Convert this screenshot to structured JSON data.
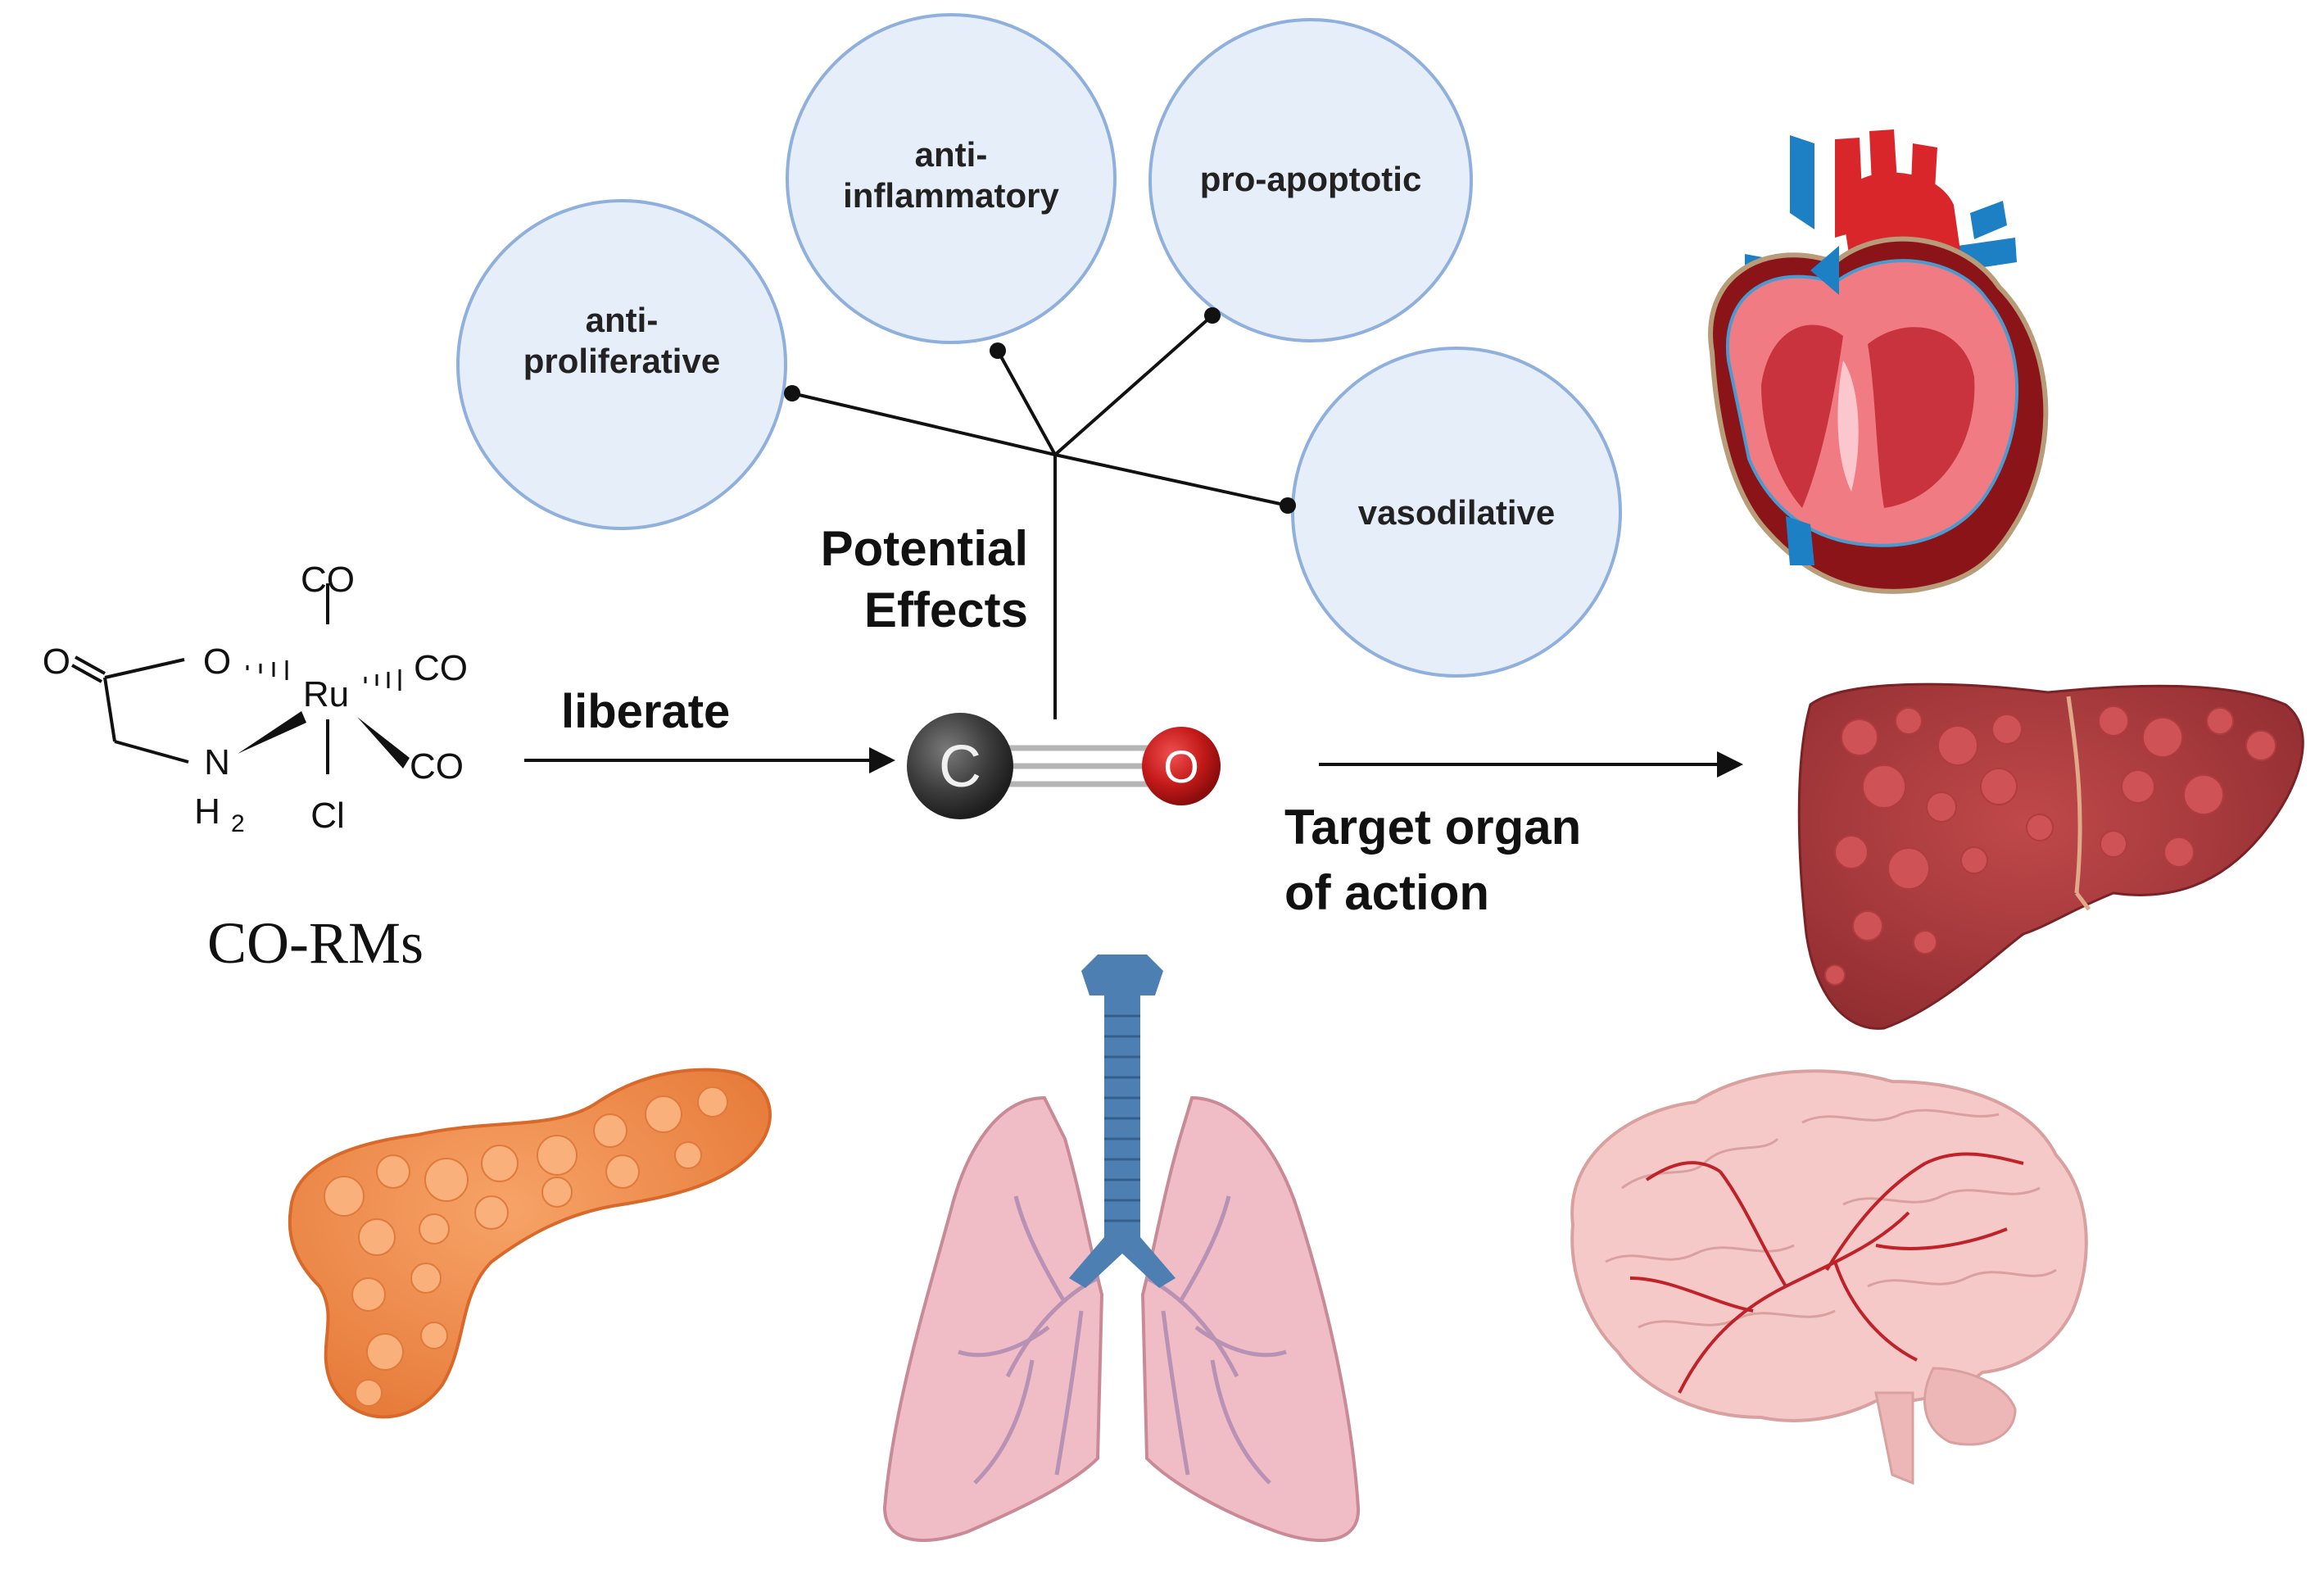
{
  "effects": {
    "heading_line1": "Potential",
    "heading_line2": "Effects",
    "items": [
      {
        "line1": "anti-",
        "line2": "proliferative"
      },
      {
        "line1": "anti-",
        "line2": "inflammatory"
      },
      {
        "line1": "pro-apoptotic",
        "line2": ""
      },
      {
        "line1": "vasodilative",
        "line2": ""
      }
    ]
  },
  "molecule": {
    "caption": "CO-RMs",
    "atoms": {
      "ru": "Ru",
      "o_carbonyl": "O",
      "o_ring": "O",
      "n": "N",
      "h2": "H",
      "h2_sub": "2",
      "cl": "Cl",
      "co_top": "CO",
      "co_right": "CO",
      "co_lower": "CO"
    }
  },
  "process": {
    "liberate": "liberate",
    "target_line1": "Target organ",
    "target_line2": "of action"
  },
  "co": {
    "carbon": "C",
    "oxygen": "O"
  },
  "colors": {
    "bubble_fill": "#e6eef9",
    "bubble_stroke": "#8fb0dc",
    "carbon": "#3d3d3d",
    "oxygen": "#c41a1a",
    "artery": "#d9262b",
    "vein": "#1d7fc4",
    "liver": "#a5373a",
    "pancreas": "#f2914f",
    "lung": "#f0bcc6",
    "trachea": "#4d7fb2",
    "brain": "#f6c9c9"
  },
  "icons": [
    "heart-icon",
    "liver-icon",
    "pancreas-icon",
    "lungs-icon",
    "brain-icon"
  ]
}
